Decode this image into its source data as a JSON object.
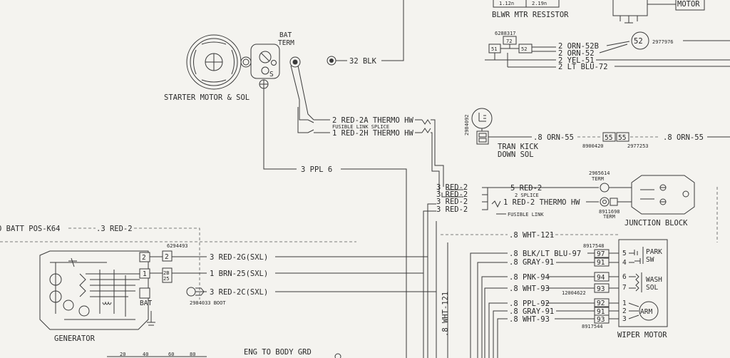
{
  "components": {
    "blwr_resistor": "BLWR MTR RESISTOR",
    "blwr_values": [
      "1.12n",
      "2.19n"
    ],
    "motor": "MOTOR",
    "bat_term": [
      "BAT",
      "TERM"
    ],
    "starter": "STARTER MOTOR & SOL",
    "starter_s": "S",
    "tran_kick": [
      "TRAN KICK",
      "DOWN SOL"
    ],
    "junction_block": "JUNCTION BLOCK",
    "generator": "GENERATOR",
    "gen_bat": "BAT",
    "wiper_motor": "WIPER MOTOR",
    "wiper_arm": "ARM",
    "park_sw": [
      "PARK",
      "SW"
    ],
    "wash_sol": [
      "WASH",
      "SOL"
    ],
    "eng_to_body": "ENG TO BODY GRD"
  },
  "part_numbers": {
    "p6288317": "6288317",
    "p2977976": "2977976",
    "p2984092": "2984092",
    "p8900420": "8900420",
    "p2977253": "2977253",
    "p2965614": "2965614",
    "term_a": "TERM",
    "p8911698": "8911698",
    "term_b": "TERM",
    "p6294493": "6294493",
    "p2984033": "2984033 BOOT",
    "p8917548": "8917548",
    "p12004622": "12004622",
    "p8917544": "8917544"
  },
  "wires": {
    "w32blk": "32 BLK",
    "orn52b": "2 ORN-52B",
    "orn52": "2 ORN-52",
    "yel51": "2 YEL-51",
    "ltblu72": "2 LT BLU-72",
    "red2a": "2 RED-2A THERMO HW",
    "fusible_splice": "FUSIBLE LINK SPLICE",
    "red2h": "1 RED-2H THERMO HW",
    "orn55_a": ".8 ORN-55",
    "orn55_b": ".8 ORN-55",
    "ppl6": "3 PPL 6",
    "red2_1": "3 RED-2",
    "red2_2": "3 RED-2",
    "red2_3": "3 RED-2",
    "red2_4": "3 RED-2",
    "red2_5": "5 RED-2",
    "splice2": "2 SPLICE",
    "red2_thermo": "1 RED-2 THERMO HW",
    "fusible_link": "FUSIBLE LINK",
    "batt_pos": "O BATT POS-K64",
    "red2_3b": ".3 RED-2",
    "wht121_h": ".8 WHT-121",
    "wht121_v": ".8 WHT-121",
    "red2g": "3 RED-2G(SXL)",
    "brn25": "1 BRN-25(SXL)",
    "red2c": "3 RED-2C(SXL)",
    "blkltblu97": ".8 BLK/LT BLU-97",
    "gray91_a": ".8 GRAY-91",
    "pnk94": ".8 PNK-94",
    "wht93_a": ".8 WHT-93",
    "ppl92": ".8 PPL-92",
    "gray91_b": ".8 GRAY-91",
    "wht93_b": ".8 WHT-93"
  },
  "connectors": {
    "c72": "72",
    "c51": "51",
    "c52": "52",
    "c52b": "52",
    "c55a": "55",
    "c55b": "55",
    "g2": "2",
    "g1": "1",
    "g2b": "2B",
    "g25": "25",
    "c97": "97",
    "c91a": "91",
    "c94": "94",
    "c93a": "93",
    "c92": "92",
    "c91b": "91",
    "c93b": "93",
    "pin5": "5",
    "pin4": "4",
    "pin6": "6",
    "pin7": "7",
    "pin1": "1",
    "pin2": "2",
    "pin3": "3"
  },
  "bottom_scale": [
    "20",
    "40",
    "60",
    "80"
  ]
}
